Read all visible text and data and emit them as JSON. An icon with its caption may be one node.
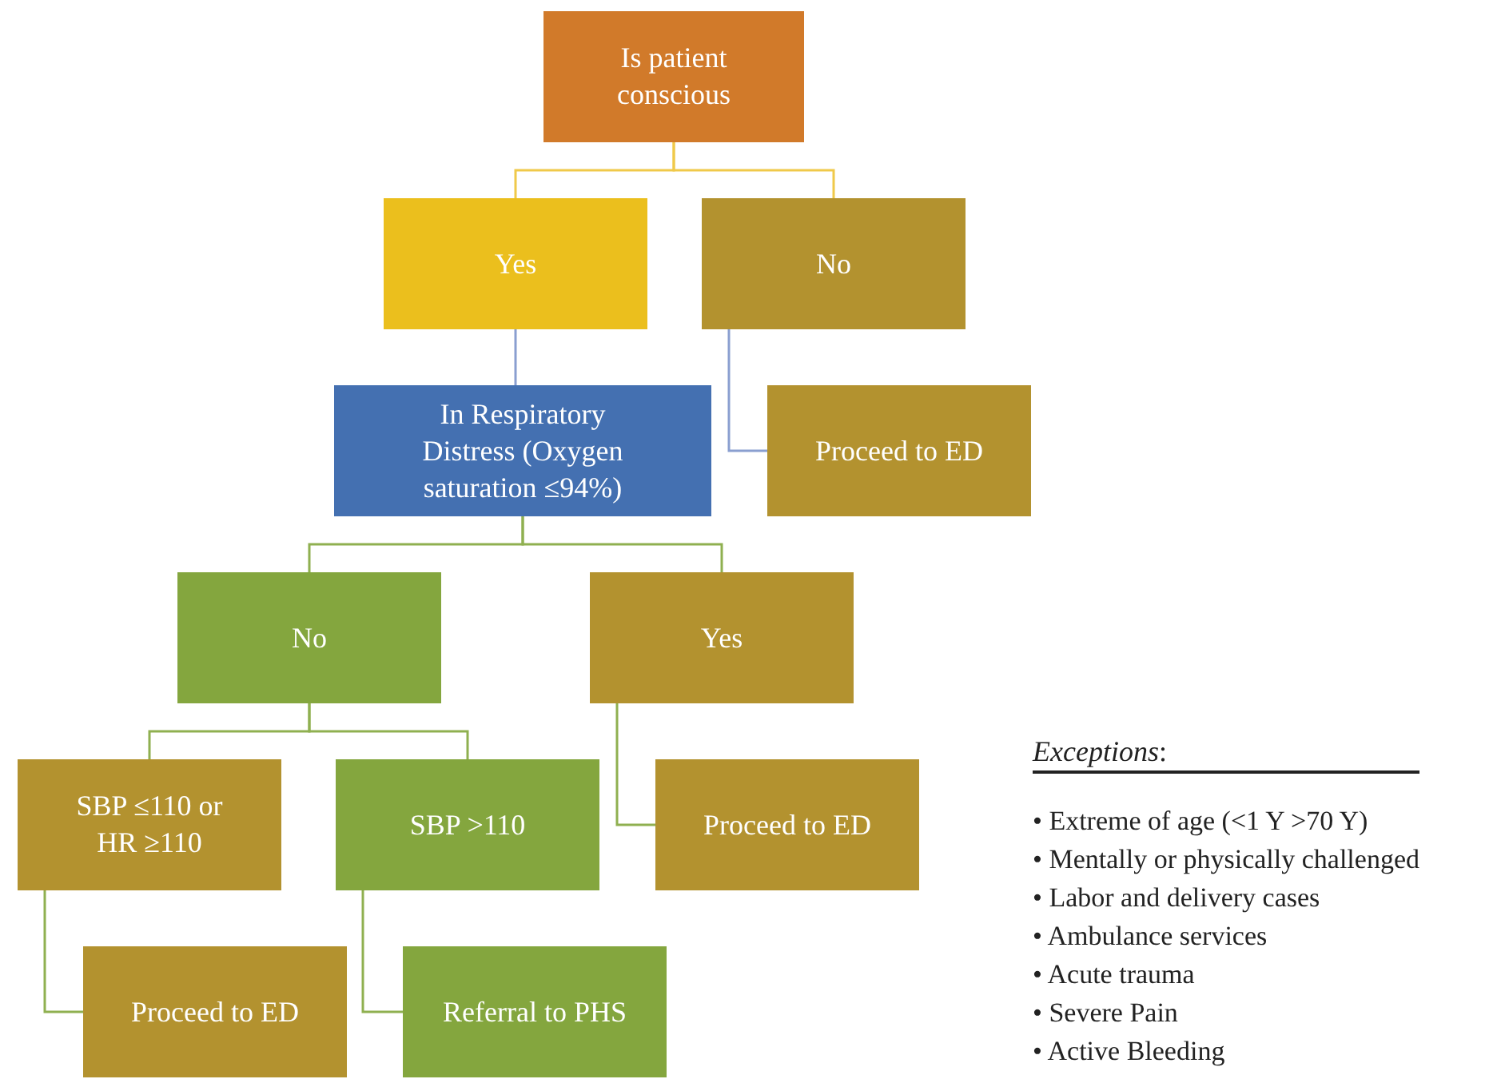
{
  "diagram": {
    "nodes": [
      {
        "text": [
          "Is patient conscious"
        ]
      },
      {
        "text": [
          "Yes"
        ]
      },
      {
        "text": [
          "No"
        ]
      },
      {
        "text": [
          "In Respiratory Distress (Oxygen saturation ≤94%)"
        ]
      },
      {
        "text": [
          "Proceed to ED"
        ]
      },
      {
        "text": [
          "No"
        ]
      },
      {
        "text": [
          "Yes"
        ]
      },
      {
        "text": [
          "SBP ≤110 or HR ≥110"
        ]
      },
      {
        "text": [
          "SBP >110"
        ]
      },
      {
        "text": [
          "Proceed to ED"
        ]
      },
      {
        "text": [
          "Proceed to ED"
        ]
      },
      {
        "text": [
          "Referral to PHS"
        ]
      }
    ],
    "edges": [
      {
        "from": 0,
        "to": 1,
        "arrow": "none",
        "color": "#f0c94a"
      },
      {
        "from": 0,
        "to": 2,
        "arrow": "none",
        "color": "#f0c94a"
      },
      {
        "from": 1,
        "to": 3,
        "arrow": "none",
        "color": "#8a9fd0"
      },
      {
        "from": 2,
        "to": 4,
        "arrow": "none",
        "color": "#8a9fd0"
      },
      {
        "from": 3,
        "to": 5,
        "arrow": "none"
      },
      {
        "from": 3,
        "to": 6,
        "arrow": "none"
      },
      {
        "from": 5,
        "to": 7,
        "arrow": "none"
      },
      {
        "from": 5,
        "to": 8,
        "arrow": "none"
      },
      {
        "from": 6,
        "to": 9,
        "arrow": "none"
      },
      {
        "from": 7,
        "to": 10,
        "arrow": "none"
      },
      {
        "from": 8,
        "to": 11,
        "arrow": "none"
      }
    ],
    "labels": [
      "*Exceptions*:",
      "• Extreme of age (<1 Y >70 Y)",
      "• Mentally or physically challenged",
      "• Labor and delivery cases",
      "• Ambulance services",
      "• Acute trauma",
      "• Severe Pain",
      "• Active Bleeding"
    ]
  }
}
